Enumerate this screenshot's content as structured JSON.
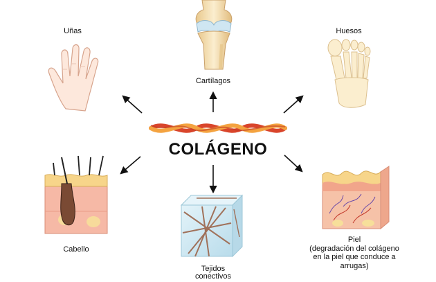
{
  "center": {
    "title": "COLÁGENO",
    "icon": "collagen-fiber-icon"
  },
  "nodes": [
    {
      "id": "unas",
      "label": "Uñas",
      "icon": "hand-icon"
    },
    {
      "id": "cartilagos",
      "label": "Cartílagos",
      "icon": "knee-joint-icon"
    },
    {
      "id": "huesos",
      "label": "Huesos",
      "icon": "foot-bones-icon"
    },
    {
      "id": "cabello",
      "label": "Cabello",
      "icon": "hair-follicle-icon"
    },
    {
      "id": "tejidos",
      "label_lines": [
        "Tejidos",
        "conectivos"
      ],
      "icon": "connective-tissue-icon"
    },
    {
      "id": "piel",
      "label_lines": [
        "Piel",
        "(degradación del colágeno",
        "en la piel que conduce a",
        "arrugas)"
      ],
      "icon": "skin-layers-icon"
    }
  ],
  "colors": {
    "arrow": "#111111",
    "fiber_red": "#d9452b",
    "fiber_orange": "#f4a340",
    "skin": "#f6b9a6",
    "skin_top": "#f7d58a",
    "tissue": "#cfe8f2",
    "bone": "#fbeecf"
  }
}
